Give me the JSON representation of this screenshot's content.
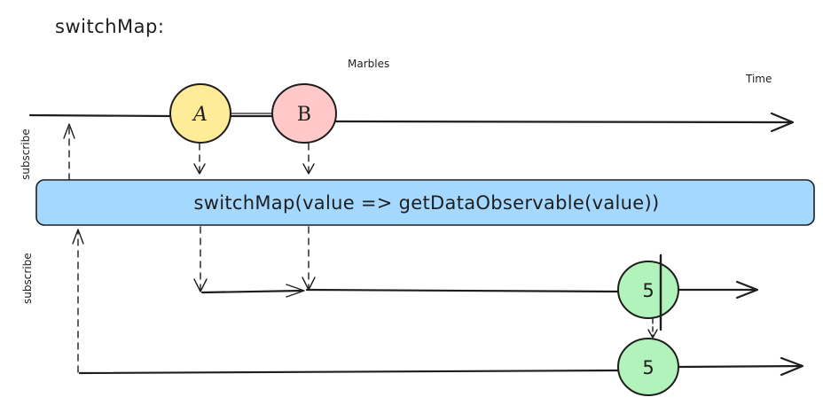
{
  "title": "switchMap:",
  "annotations": {
    "marbles": "Marbles",
    "time": "Time",
    "subscribe_upper": "subscribe",
    "subscribe_lower": "subscribe"
  },
  "operator": {
    "label": "switchMap(value => getDataObservable(value))",
    "color": "#a5d8ff"
  },
  "source_marbles": [
    {
      "label": "A",
      "color": "#ffec99"
    },
    {
      "label": "B",
      "color": "#ffc9c9"
    }
  ],
  "inner_marble": {
    "label": "5",
    "color": "#b2f2bb"
  },
  "output_marble": {
    "label": "5",
    "color": "#b2f2bb"
  }
}
